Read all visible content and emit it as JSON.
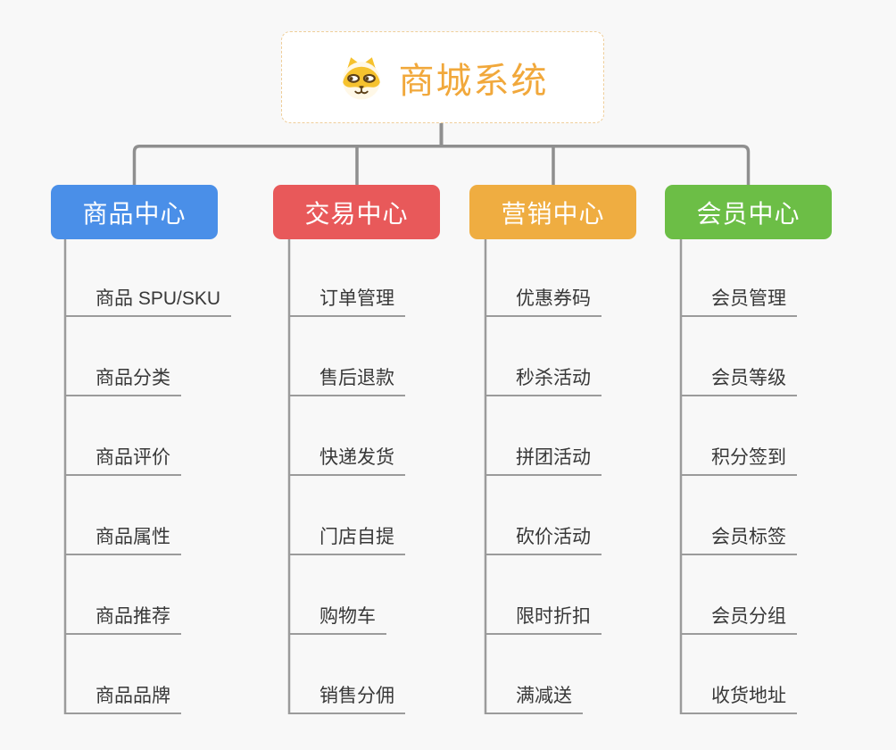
{
  "root": {
    "title": "商城系统",
    "icon": "dog-face-icon"
  },
  "branches": [
    {
      "label": "商品中心",
      "color": "#4a8fe8",
      "items": [
        "商品 SPU/SKU",
        "商品分类",
        "商品评价",
        "商品属性",
        "商品推荐",
        "商品品牌"
      ]
    },
    {
      "label": "交易中心",
      "color": "#e8595a",
      "items": [
        "订单管理",
        "售后退款",
        "快递发货",
        "门店自提",
        "购物车",
        "销售分佣"
      ]
    },
    {
      "label": "营销中心",
      "color": "#efad41",
      "items": [
        "优惠券码",
        "秒杀活动",
        "拼团活动",
        "砍价活动",
        "限时折扣",
        "满减送"
      ]
    },
    {
      "label": "会员中心",
      "color": "#6cbe46",
      "items": [
        "会员管理",
        "会员等级",
        "积分签到",
        "会员标签",
        "会员分组",
        "收货地址"
      ]
    }
  ],
  "colors": {
    "canvas_background": "#f8f8f8",
    "root_border": "#efce9a",
    "root_title": "#f1a83b",
    "connector": "#8f8f8f",
    "underline": "#9b9b9b",
    "item_text": "#383838",
    "branch_text": "#ffffff"
  }
}
